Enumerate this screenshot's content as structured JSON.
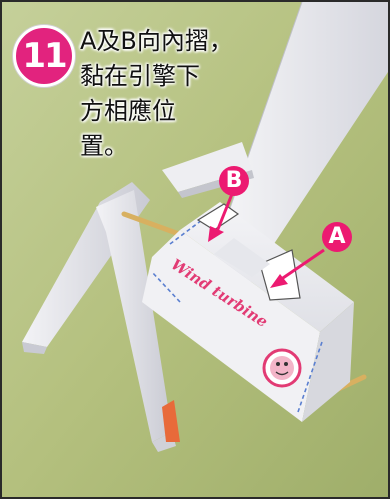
{
  "step": {
    "number": "11",
    "instruction": "A及B向內摺，\n黏在引擎下\n方相應位\n置。"
  },
  "labels": {
    "a": "A",
    "b": "B"
  },
  "product_label": "Wind turbine",
  "colors": {
    "background": "#bcc88a",
    "accent_pink": "#e2237e",
    "dashed_line": "#5a7fd0",
    "stick": "#d8b060"
  }
}
